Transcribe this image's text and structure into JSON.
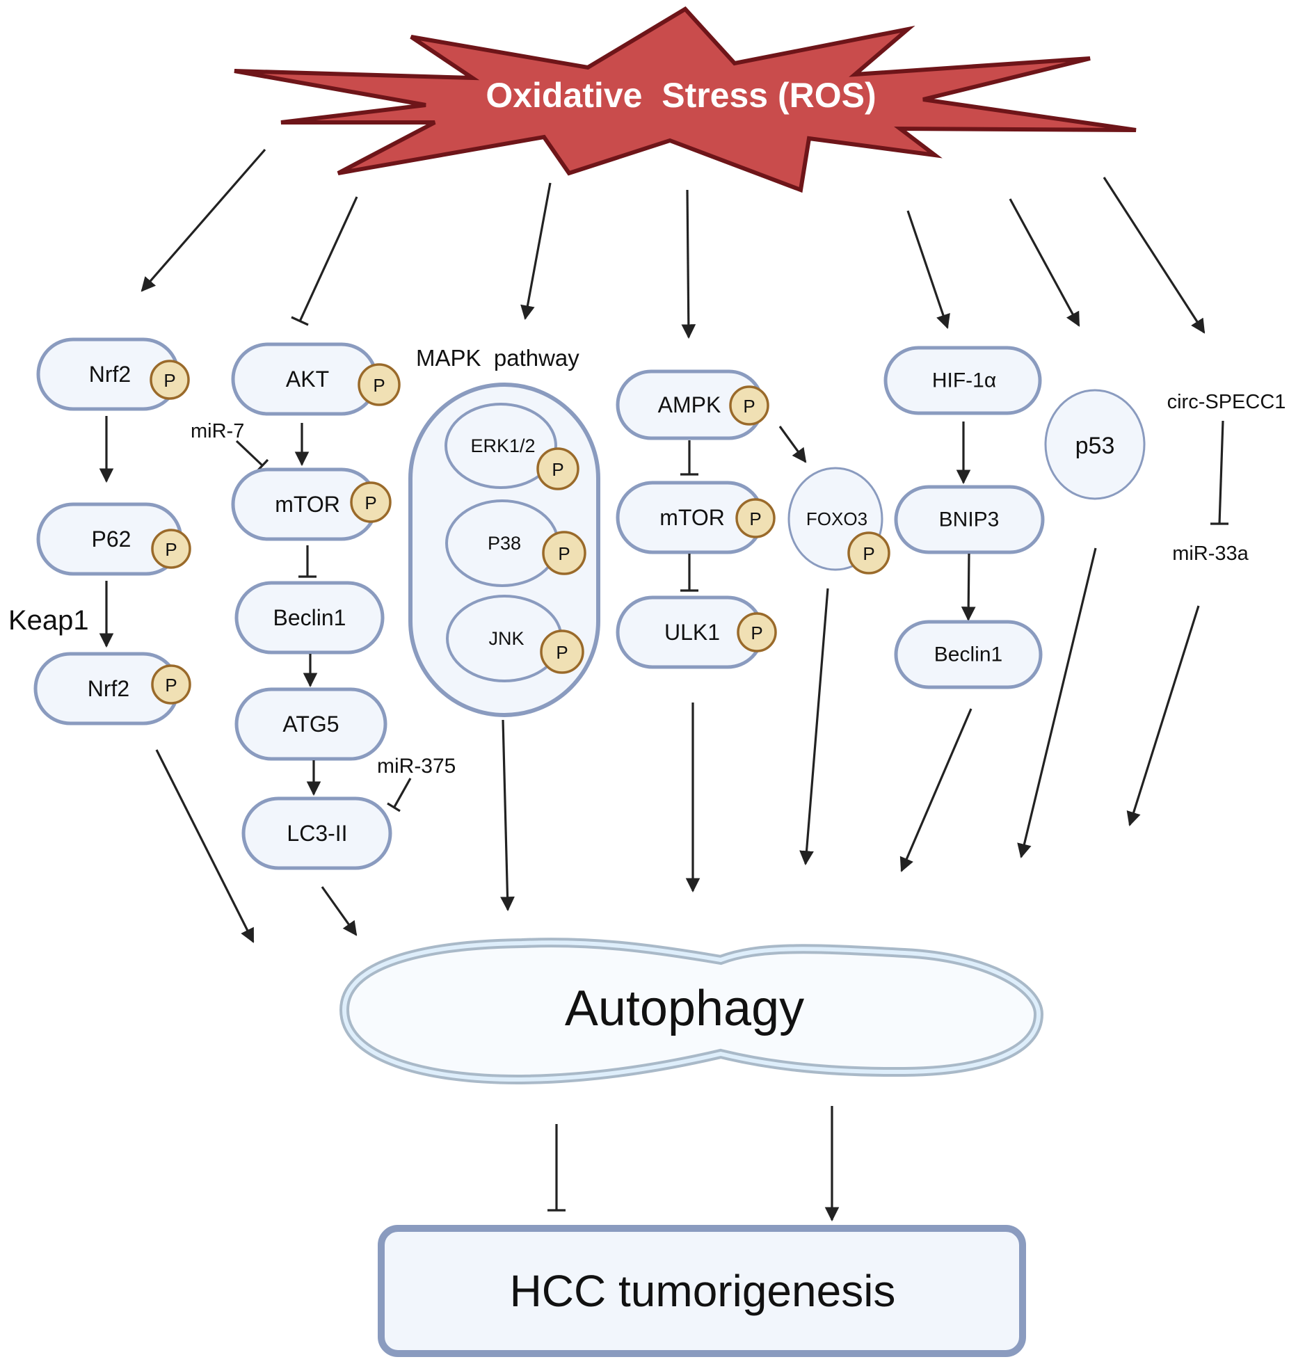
{
  "title": "Oxidative  Stress (ROS)",
  "colors": {
    "star_fill": "#c94c4c",
    "star_stroke": "#6e1519",
    "node_fill": "#f2f6fc",
    "node_stroke": "#8a9bbf",
    "phospho_fill": "#f0e0b4",
    "phospho_stroke": "#9a6a2a",
    "autophagy_fill": "#f8fbfe",
    "autophagy_band": "#deeefb",
    "autophagy_stroke": "#a9b9c8",
    "edge": "#222222"
  },
  "phospho_label": "P",
  "pathways": {
    "nrf2": {
      "nodes": [
        {
          "id": "nrf2-top",
          "label": "Nrf2",
          "phosphorylated": true
        },
        {
          "id": "p62",
          "label": "P62",
          "phosphorylated": true
        },
        {
          "id": "nrf2-bottom",
          "label": "Nrf2",
          "phosphorylated": true
        }
      ],
      "annotation": "Keap1"
    },
    "akt": {
      "nodes": [
        {
          "id": "akt",
          "label": "AKT",
          "phosphorylated": true
        },
        {
          "id": "mtor-1",
          "label": "mTOR",
          "phosphorylated": true
        },
        {
          "id": "beclin1-1",
          "label": "Beclin1",
          "phosphorylated": false
        },
        {
          "id": "atg5",
          "label": "ATG5",
          "phosphorylated": false
        },
        {
          "id": "lc3",
          "label": "LC3-II",
          "phosphorylated": false
        }
      ],
      "mirnas": [
        "miR-7",
        "miR-375"
      ]
    },
    "mapk": {
      "title": "MAPK  pathway",
      "nodes": [
        {
          "id": "erk",
          "label": "ERK1/2",
          "phosphorylated": true
        },
        {
          "id": "p38",
          "label": "P38",
          "phosphorylated": true
        },
        {
          "id": "jnk",
          "label": "JNK",
          "phosphorylated": true
        }
      ]
    },
    "ampk": {
      "nodes": [
        {
          "id": "ampk",
          "label": "AMPK",
          "phosphorylated": true
        },
        {
          "id": "mtor-2",
          "label": "mTOR",
          "phosphorylated": true
        },
        {
          "id": "ulk1",
          "label": "ULK1",
          "phosphorylated": true
        },
        {
          "id": "foxo3",
          "label": "FOXO3",
          "phosphorylated": true
        }
      ]
    },
    "hif": {
      "nodes": [
        {
          "id": "hif1a",
          "label": "HIF-1α",
          "phosphorylated": false
        },
        {
          "id": "bnip3",
          "label": "BNIP3",
          "phosphorylated": false
        },
        {
          "id": "beclin1-2",
          "label": "Beclin1",
          "phosphorylated": false
        }
      ]
    },
    "p53": {
      "nodes": [
        {
          "id": "p53",
          "label": "p53",
          "phosphorylated": false
        }
      ]
    },
    "circ": {
      "source": "circ-SPECC1",
      "target": "miR-33a"
    }
  },
  "autophagy_label": "Autophagy",
  "outcome_label": "HCC tumorigenesis",
  "relations": [
    {
      "from": "Oxidative Stress (ROS)",
      "to": "Nrf2",
      "type": "activation"
    },
    {
      "from": "Oxidative Stress (ROS)",
      "to": "AKT",
      "type": "inhibition"
    },
    {
      "from": "Oxidative Stress (ROS)",
      "to": "MAPK pathway",
      "type": "activation"
    },
    {
      "from": "Oxidative Stress (ROS)",
      "to": "AMPK",
      "type": "activation"
    },
    {
      "from": "Oxidative Stress (ROS)",
      "to": "HIF-1α",
      "type": "activation"
    },
    {
      "from": "Oxidative Stress (ROS)",
      "to": "p53",
      "type": "activation"
    },
    {
      "from": "Oxidative Stress (ROS)",
      "to": "circ-SPECC1",
      "type": "activation"
    },
    {
      "from": "Nrf2",
      "to": "P62",
      "type": "activation"
    },
    {
      "from": "P62",
      "to": "Nrf2",
      "type": "activation",
      "label": "Keap1"
    },
    {
      "from": "AKT",
      "to": "mTOR",
      "type": "activation"
    },
    {
      "from": "miR-7",
      "to": "mTOR",
      "type": "inhibition"
    },
    {
      "from": "mTOR",
      "to": "Beclin1",
      "type": "inhibition"
    },
    {
      "from": "Beclin1",
      "to": "ATG5",
      "type": "activation"
    },
    {
      "from": "ATG5",
      "to": "LC3-II",
      "type": "activation"
    },
    {
      "from": "miR-375",
      "to": "LC3-II",
      "type": "inhibition"
    },
    {
      "from": "AMPK",
      "to": "mTOR",
      "type": "inhibition"
    },
    {
      "from": "mTOR",
      "to": "ULK1",
      "type": "inhibition"
    },
    {
      "from": "AMPK",
      "to": "FOXO3",
      "type": "activation"
    },
    {
      "from": "HIF-1α",
      "to": "BNIP3",
      "type": "activation"
    },
    {
      "from": "BNIP3",
      "to": "Beclin1",
      "type": "activation"
    },
    {
      "from": "circ-SPECC1",
      "to": "miR-33a",
      "type": "inhibition"
    },
    {
      "from": "Nrf2",
      "to": "Autophagy",
      "type": "activation"
    },
    {
      "from": "LC3-II",
      "to": "Autophagy",
      "type": "activation"
    },
    {
      "from": "MAPK pathway",
      "to": "Autophagy",
      "type": "activation"
    },
    {
      "from": "ULK1",
      "to": "Autophagy",
      "type": "activation"
    },
    {
      "from": "FOXO3",
      "to": "Autophagy",
      "type": "activation"
    },
    {
      "from": "Beclin1",
      "to": "Autophagy",
      "type": "activation"
    },
    {
      "from": "p53",
      "to": "Autophagy",
      "type": "activation"
    },
    {
      "from": "miR-33a",
      "to": "Autophagy",
      "type": "activation"
    },
    {
      "from": "Autophagy",
      "to": "HCC tumorigenesis",
      "type": "inhibition"
    },
    {
      "from": "Autophagy",
      "to": "HCC tumorigenesis",
      "type": "activation"
    }
  ]
}
